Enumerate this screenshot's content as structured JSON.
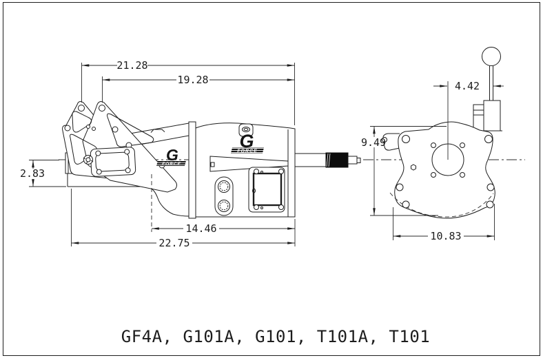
{
  "drawing": {
    "caption": "GF4A, G101A, G101, T101A, T101",
    "logo": {
      "letter": "G",
      "word": "FORCE"
    },
    "dimensions": {
      "top_outer": "21.28",
      "top_inner": "19.28",
      "drop": "2.83",
      "case_length": "14.46",
      "bottom_overall": "22.75",
      "shifter_offset": "4.42",
      "flange_height": "9.49",
      "flange_width": "10.83"
    },
    "colors": {
      "line": "#1c1c1c",
      "background": "#ffffff",
      "spline": "#0d0d0d"
    }
  }
}
